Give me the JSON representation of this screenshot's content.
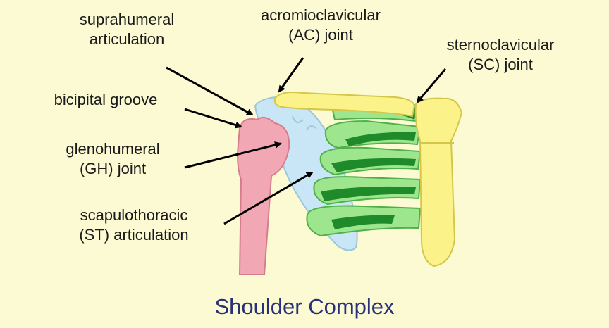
{
  "diagram": {
    "title": "Shoulder Complex",
    "labels": {
      "suprahumeral": [
        "suprahumeral",
        "articulation"
      ],
      "acromioclavicular": [
        "acromioclavicular",
        "(AC) joint"
      ],
      "sternoclavicular": [
        "sternoclavicular",
        "(SC) joint"
      ],
      "bicipital": [
        "bicipital groove"
      ],
      "glenohumeral": [
        "glenohumeral",
        "(GH) joint"
      ],
      "scapulothoracic": [
        "scapulothoracic",
        "(ST) articulation"
      ]
    },
    "colors": {
      "background": "#fbfad2",
      "humerus": "#f2a8b4",
      "scapula": "#c8e6f5",
      "clavicle": "#fbf38a",
      "sternum": "#fbf38a",
      "ribs_light": "#9ee68e",
      "ribs_dark": "#1f8a2a",
      "title": "#2a2f7a"
    }
  }
}
